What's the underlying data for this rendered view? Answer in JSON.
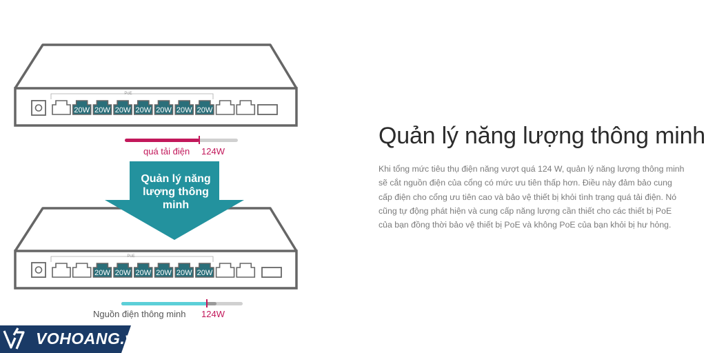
{
  "diagram": {
    "poe_label": "PoE",
    "top_switch": {
      "port_labels": [
        "20W",
        "20W",
        "20W",
        "20W",
        "20W",
        "20W",
        "20W"
      ]
    },
    "bottom_switch": {
      "port_labels": [
        "20W",
        "20W",
        "20W",
        "20W",
        "20W",
        "20W"
      ]
    },
    "top_bar": {
      "label": "quá tải điện",
      "value": "124W",
      "color": "#c2185b",
      "fill_fraction": 0.66
    },
    "arrow": {
      "line1": "Quản lý năng",
      "line2": "lượng thông",
      "line3": "minh",
      "color": "#23929e"
    },
    "bottom_bar": {
      "label": "Nguồn điện thông minh",
      "value": "124W",
      "color": "#5ccfd8",
      "fill_fraction": 0.79
    }
  },
  "heading": "Quản lý năng lượng thông minh",
  "description": [
    "Khi tổng mức tiêu thụ điện năng vượt quá 124 W, quản lý năng lượng thông minh",
    "sẽ cắt nguồn điện của cổng có mức ưu tiên thấp hơn. Điều này đảm bảo cung",
    "cấp điện cho cổng ưu tiên cao và bảo vệ thiết bị khỏi tình trạng quá tải điện. Nó",
    "cũng tự động phát hiện và cung cấp năng lượng cần thiết cho các thiết bị PoE",
    "của bạn đồng thời bảo vệ thiết bị PoE và không PoE của bạn khỏi bị hư hỏng."
  ],
  "logo": {
    "text": "VOHOANG.vn",
    "bg": "#1a3a66"
  }
}
